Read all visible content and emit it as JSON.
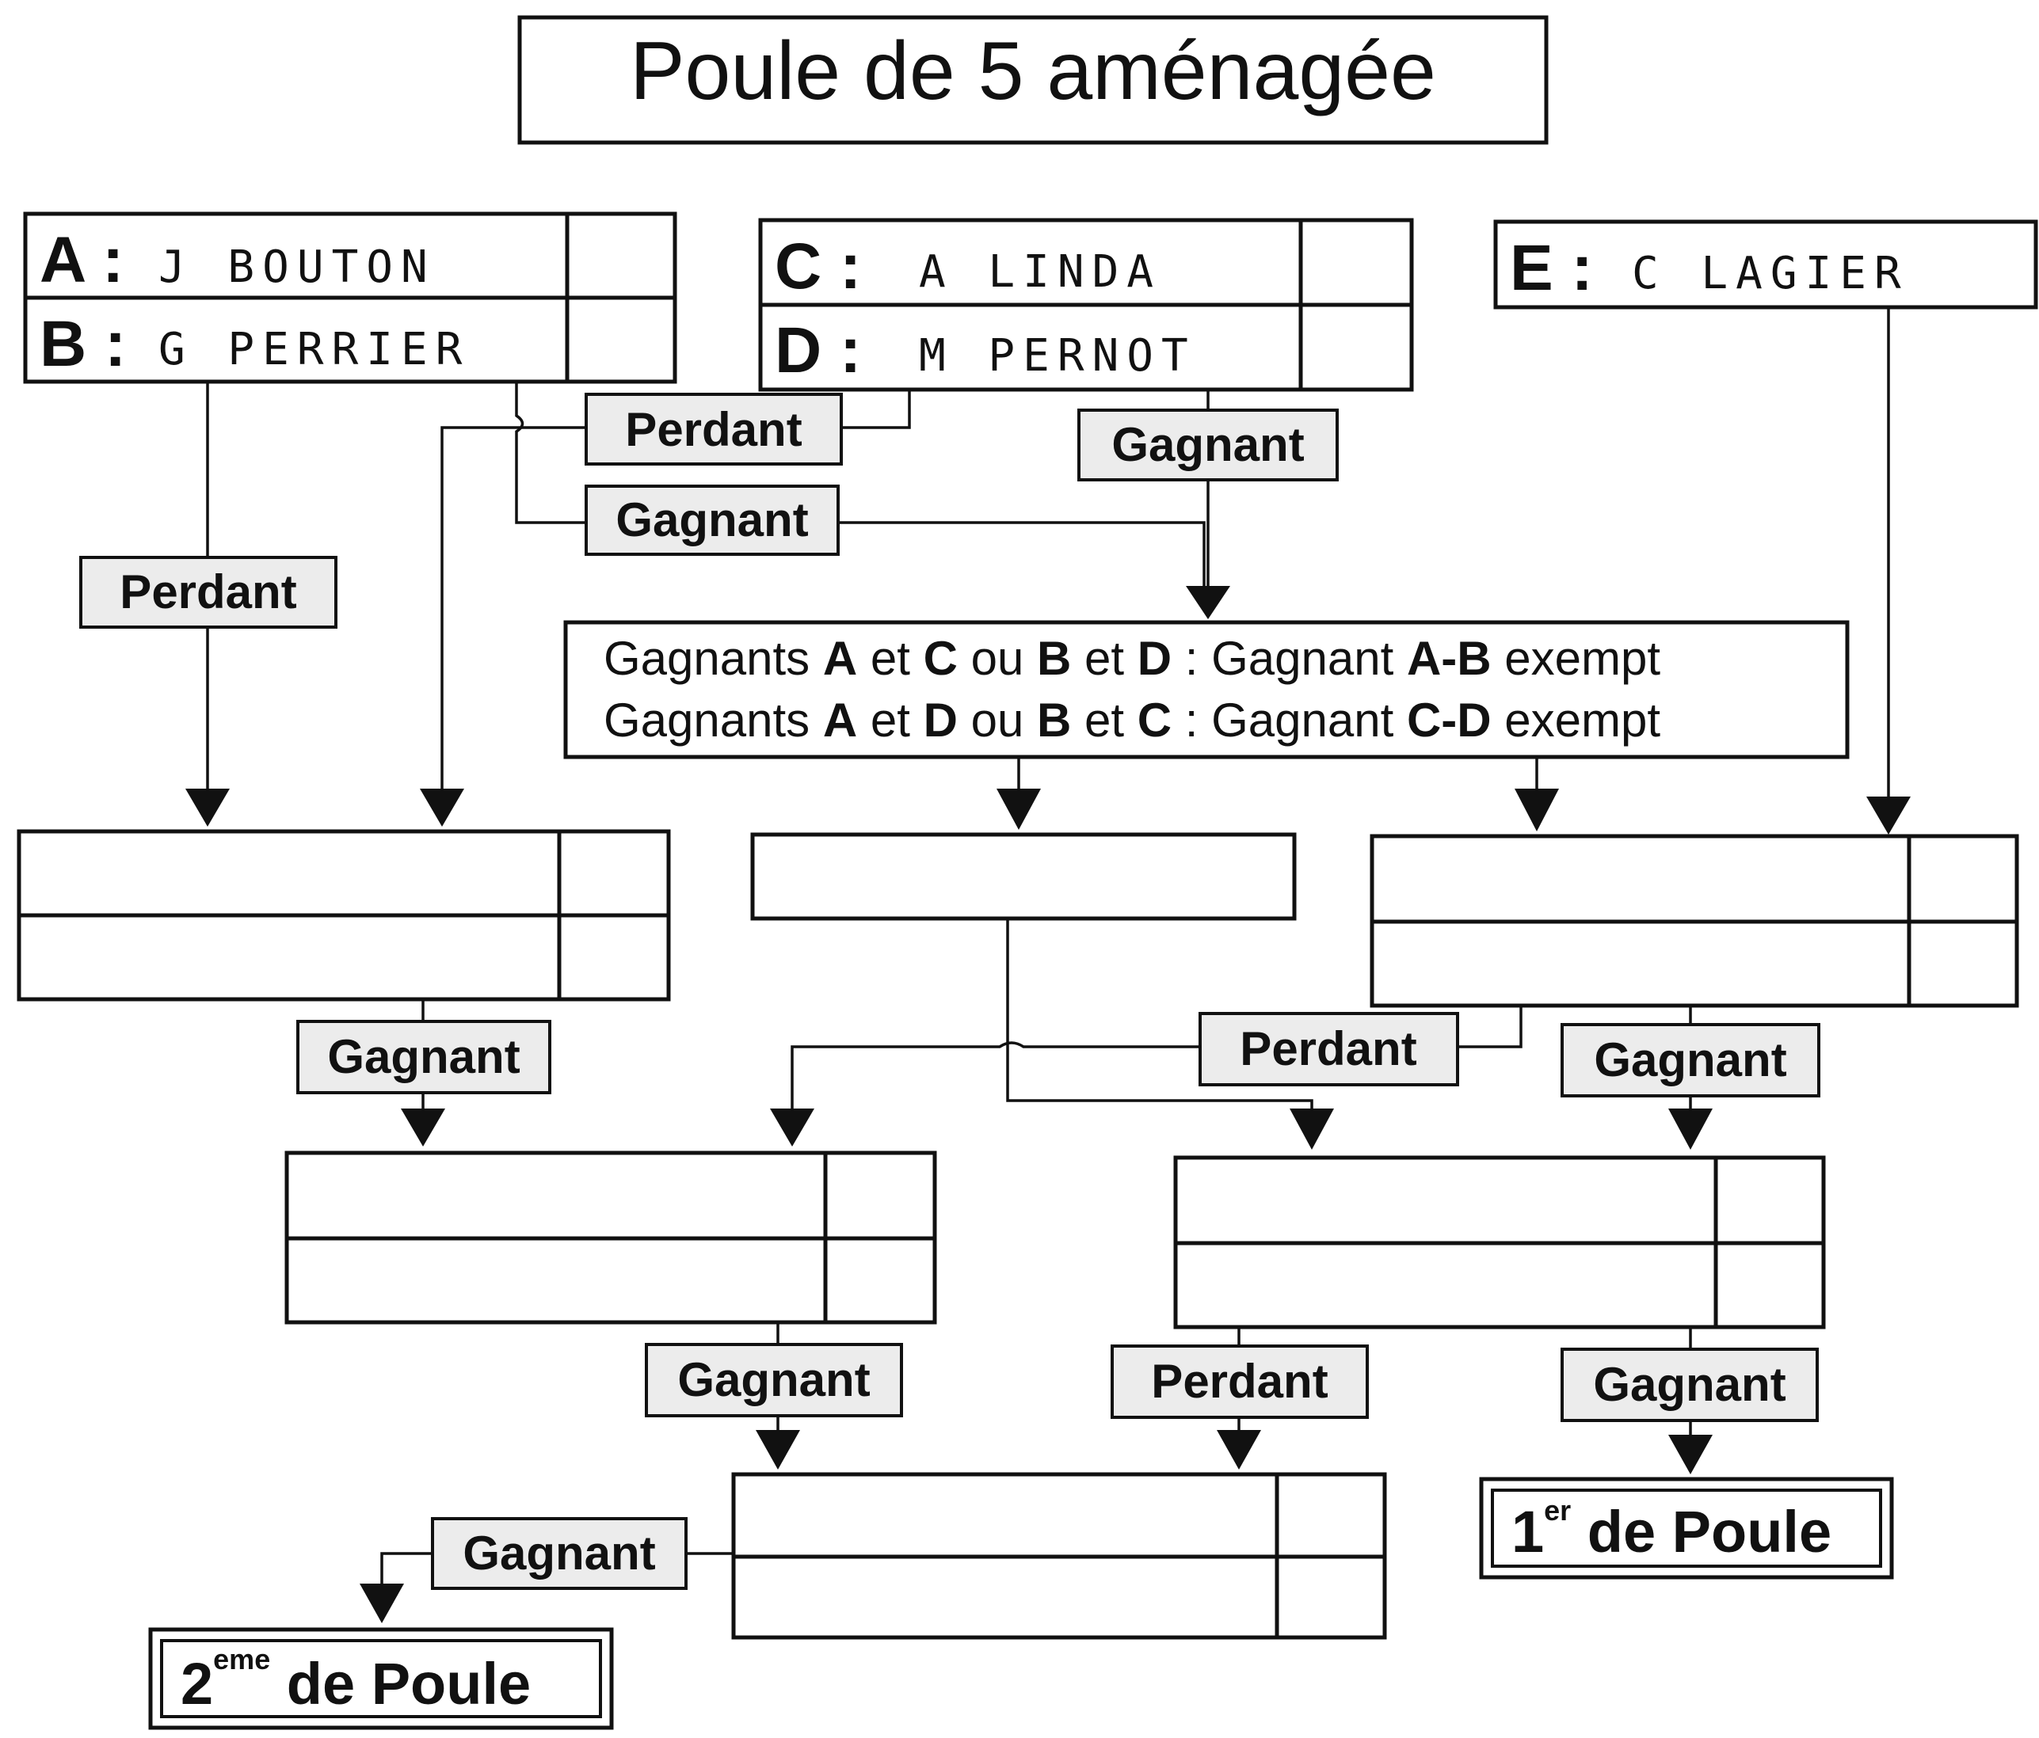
{
  "title": "Poule de 5 aménagée",
  "players": {
    "a": {
      "letter": "A :",
      "name": "J BOUTON"
    },
    "b": {
      "letter": "B :",
      "name": "G PERRIER"
    },
    "c": {
      "letter": "C :",
      "name": "A LINDA"
    },
    "d": {
      "letter": "D :",
      "name": "M PERNOT"
    },
    "e": {
      "letter": "E :",
      "name": "C LAGIER"
    }
  },
  "labels": {
    "perdant": "Perdant",
    "gagnant": "Gagnant"
  },
  "rules": {
    "line1": {
      "p1": "Gagnants ",
      "b1": "A",
      "p2": " et ",
      "b2": "C",
      "p3": " ou ",
      "b3": "B",
      "p4": " et ",
      "b4": "D",
      "p5": " : Gagnant ",
      "b5": "A-B",
      "p6": " exempt"
    },
    "line2": {
      "p1": "Gagnants ",
      "b1": "A",
      "p2": " et ",
      "b2": "D",
      "p3": " ou ",
      "b3": "B",
      "p4": " et ",
      "b4": "C",
      "p5": " : Gagnant ",
      "b5": "C-D",
      "p6": " exempt"
    }
  },
  "finals": {
    "first": {
      "number": "1",
      "suffix": "er",
      "text": " de Poule"
    },
    "second": {
      "number": "2",
      "suffix": "eme",
      "text": " de Poule"
    }
  }
}
